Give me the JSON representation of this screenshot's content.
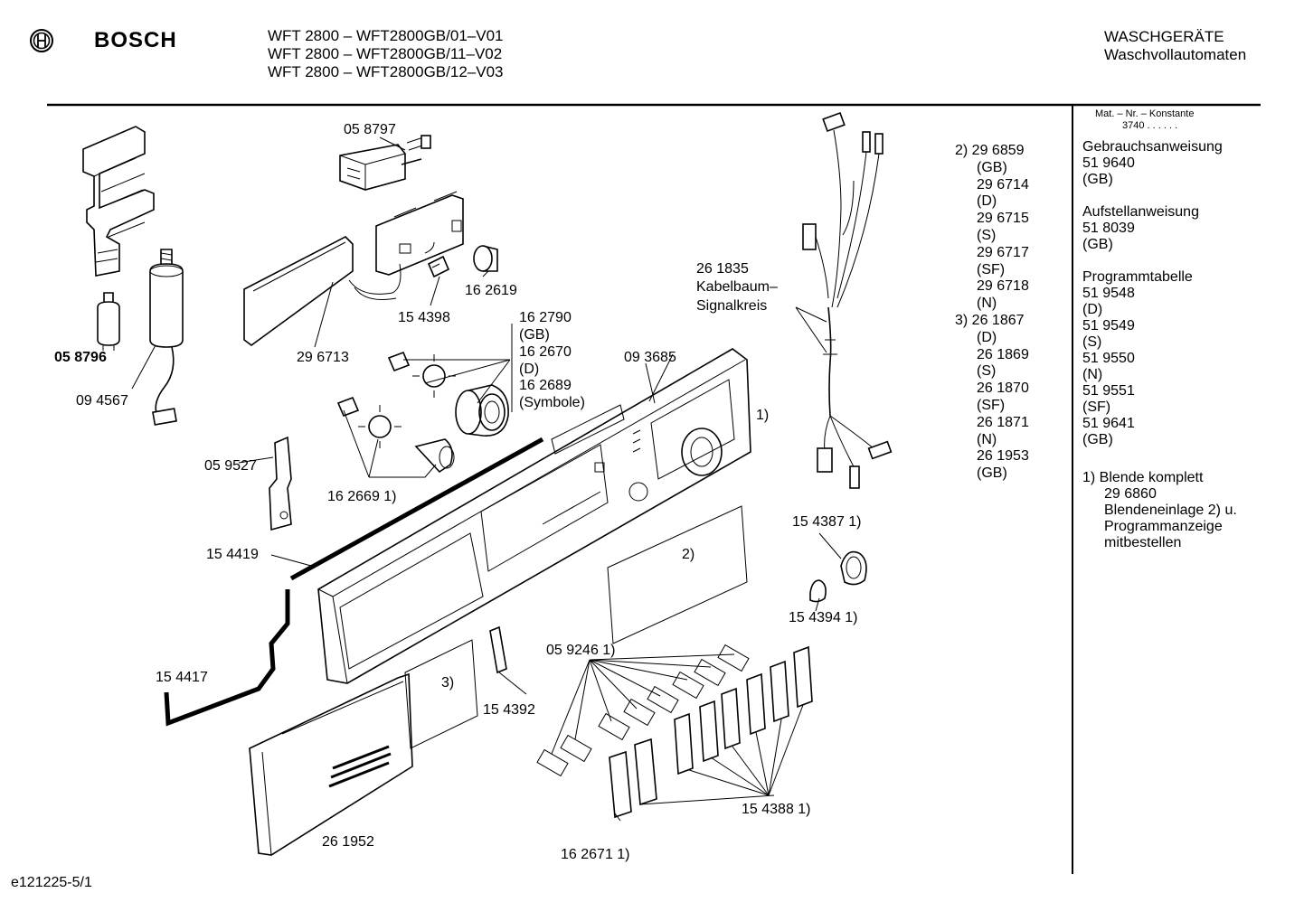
{
  "header": {
    "brand": "BOSCH",
    "models": [
      "WFT 2800 – WFT2800GB/01–V01",
      "WFT 2800 – WFT2800GB/11–V02",
      "WFT 2800 – WFT2800GB/12–V03"
    ],
    "category": "WASCHGERÄTE",
    "subcategory": "Waschvollautomaten"
  },
  "sidebar": {
    "matnr_label": "Mat. – Nr. – Konstante",
    "matnr_value": "3740 . . . . . .",
    "docs": [
      {
        "title": "Gebrauchsanweisung",
        "lines": [
          "51 9640",
          "(GB)"
        ]
      },
      {
        "title": "Aufstellanweisung",
        "lines": [
          "51 8039",
          "(GB)"
        ]
      },
      {
        "title": "Programmtabelle",
        "lines": [
          "51 9548",
          "(D)",
          "51 9549",
          "(S)",
          "51 9550",
          "(N)",
          "51 9551",
          "(SF)",
          "51 9641",
          "(GB)"
        ]
      }
    ],
    "note": [
      "1)  Blende komplett",
      "29 6860",
      "Blendeneinlage 2) u.",
      "Programmanzeige",
      "mitbestellen"
    ]
  },
  "parts": {
    "p058797": "05 8797",
    "p058796": "05 8796",
    "p094567": "09 4567",
    "p296713": "29 6713",
    "p154398": "15 4398",
    "p162619": "16 2619",
    "p162790": "16 2790",
    "p_gb": "(GB)",
    "p162670": "16 2670",
    "p_d": "(D)",
    "p162689": "16 2689",
    "p_sym": "(Symbole)",
    "p093685": "09 3685",
    "p059527": "05 9527",
    "p162669": "16 2669 1)",
    "p154419": "15 4419",
    "p154417": "15 4417",
    "p154392": "15 4392",
    "p261952": "26 1952",
    "p059246": "05 9246 1)",
    "p162671": "16 2671 1)",
    "p154388": "15 4388 1)",
    "p154387": "15 4387 1)",
    "p154394": "15 4394 1)",
    "p261835": "26 1835",
    "kabel1": "Kabelbaum–",
    "kabel2": "Signalkreis",
    "mark1": "1)",
    "mark2": "2)",
    "mark3": "3)"
  },
  "variants": [
    "2)  29 6859",
    "(GB)",
    "29 6714",
    "(D)",
    "29 6715",
    "(S)",
    "29 6717",
    "(SF)",
    "29 6718",
    "(N)",
    "3)  26 1867",
    "(D)",
    "26 1869",
    "(S)",
    "26 1870",
    "(SF)",
    "26 1871",
    "(N)",
    "26 1953",
    "(GB)"
  ],
  "footer": {
    "code": "e121225-5/1"
  }
}
